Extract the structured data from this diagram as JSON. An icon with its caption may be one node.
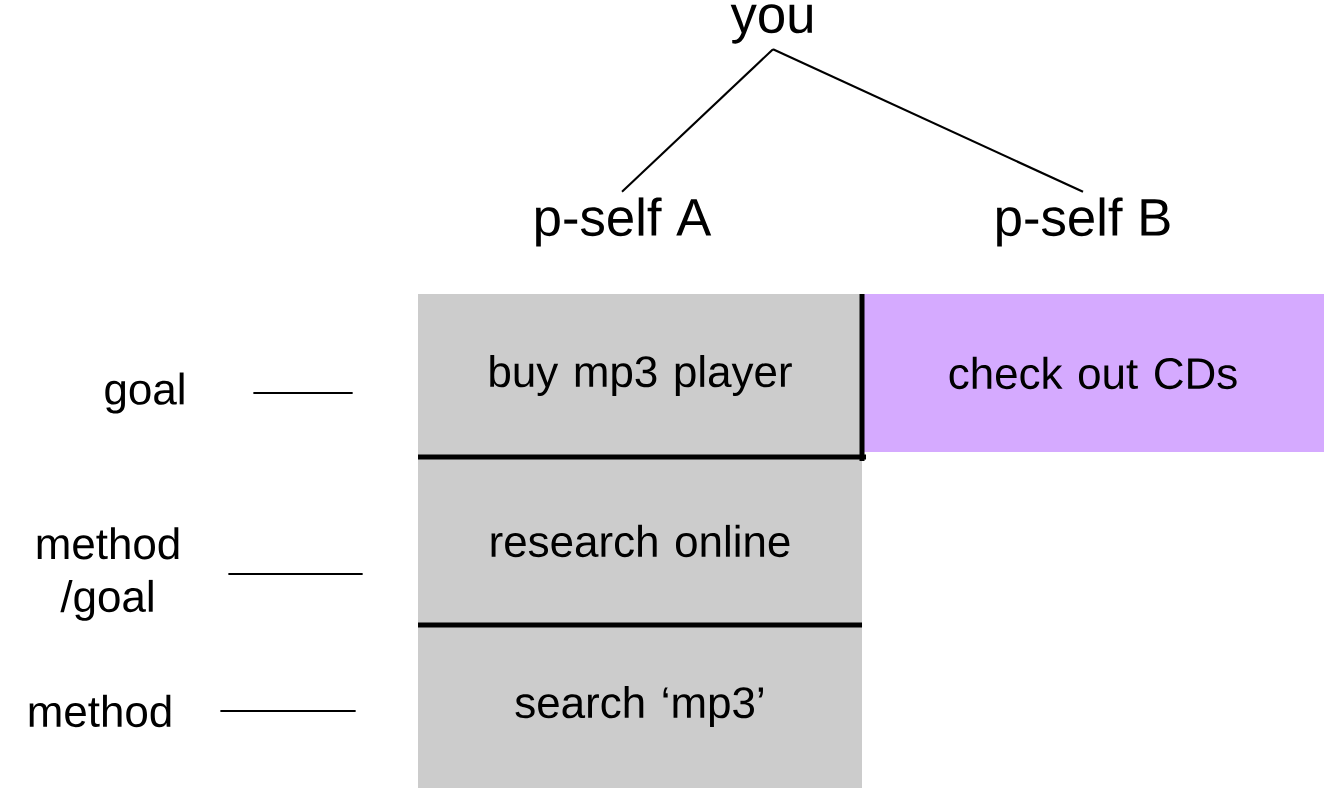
{
  "diagram": {
    "nodes": [
      {
        "text": [
          "you"
        ]
      },
      {
        "text": [
          "p-self A"
        ]
      },
      {
        "text": [
          "p-self B"
        ]
      },
      {
        "text": [
          "buy mp3 player"
        ]
      },
      {
        "text": [
          "check out CDs"
        ]
      },
      {
        "text": [
          "research online"
        ]
      },
      {
        "text": [
          "search ‘mp3’"
        ]
      },
      {
        "text": [
          "goal"
        ]
      },
      {
        "text": [
          "method /goal"
        ]
      },
      {
        "text": [
          "method"
        ]
      }
    ],
    "edges": [
      {
        "from": 0,
        "to": 1,
        "arrow": "none"
      },
      {
        "from": 0,
        "to": 2,
        "arrow": "none"
      },
      {
        "from": 7,
        "to": 3,
        "arrow": "none"
      },
      {
        "from": 8,
        "to": 5,
        "arrow": "none"
      },
      {
        "from": 9,
        "to": 6,
        "arrow": "none"
      }
    ]
  }
}
